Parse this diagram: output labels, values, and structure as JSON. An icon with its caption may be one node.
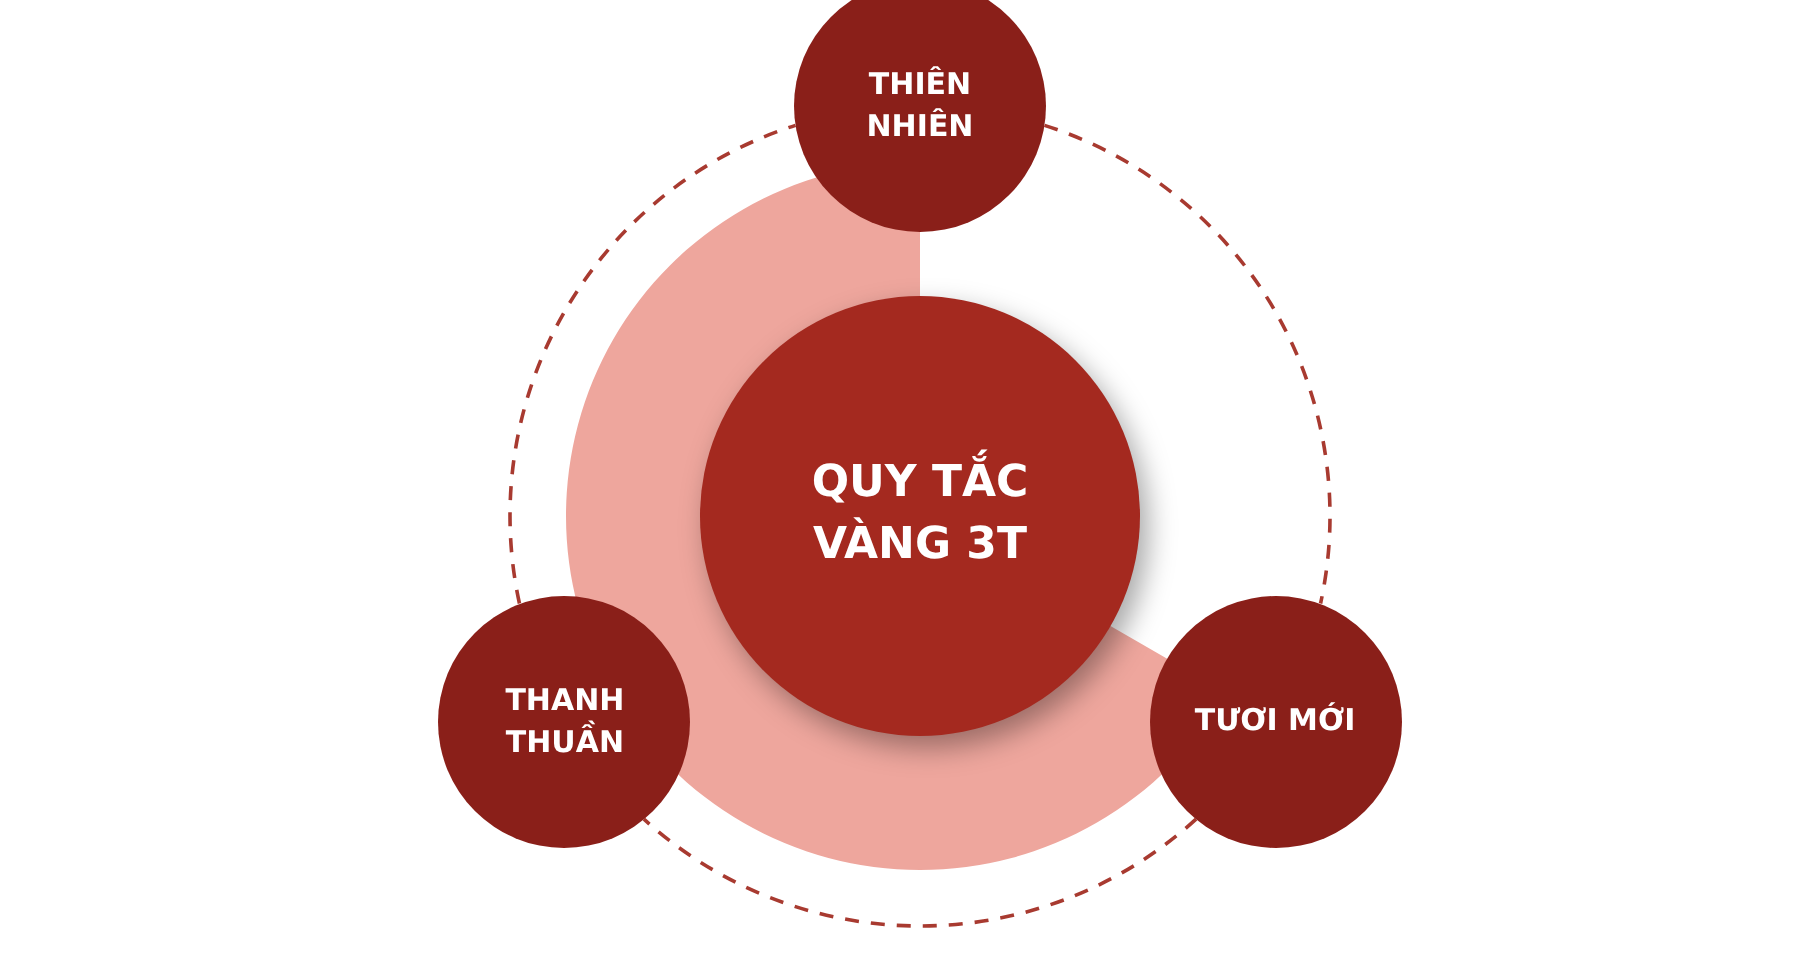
{
  "diagram": {
    "nodes": [
      {
        "text": [
          "THIÊN NHIÊN"
        ]
      },
      {
        "text": [
          "QUY TẮC VÀNG 3T"
        ]
      },
      {
        "text": [
          "THANH THUẦN"
        ]
      },
      {
        "text": [
          "TƯƠI MỚI"
        ]
      }
    ],
    "edges": [
      {
        "from": 0,
        "to": 3,
        "arrow": "none",
        "style": "dashed"
      },
      {
        "from": 3,
        "to": 2,
        "arrow": "none",
        "style": "dashed"
      },
      {
        "from": 2,
        "to": 0,
        "arrow": "none",
        "style": "dashed"
      }
    ]
  }
}
